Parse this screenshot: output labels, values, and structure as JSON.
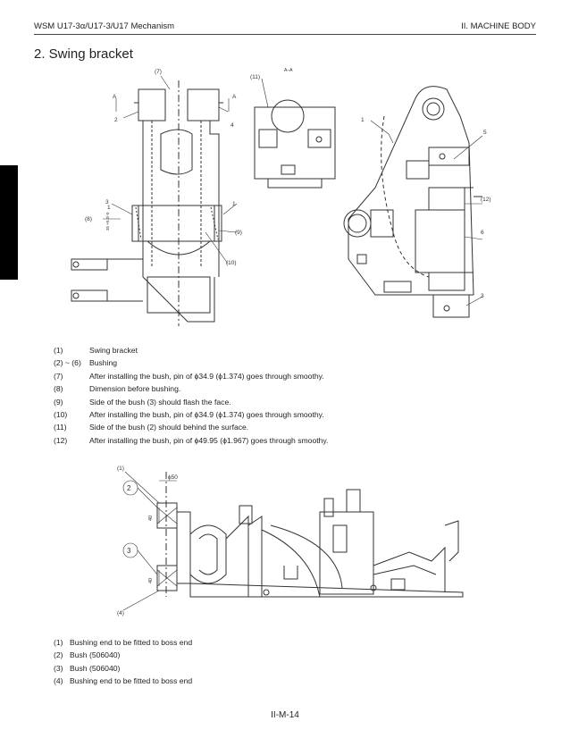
{
  "header": {
    "left": "WSM U17-3α/U17-3/U17 Mechanism",
    "right": "II. MACHINE BODY"
  },
  "section_title": "2. Swing bracket",
  "top_drawing": {
    "labels": [
      "(7)",
      "(11)",
      "A–A",
      "A",
      "A",
      "2",
      "4",
      "1",
      "5",
      "3",
      "1",
      "(8)",
      "(9)",
      "(10)",
      "(12)",
      "6",
      "3",
      "35 +0.2/-0",
      "1"
    ]
  },
  "legend_top": [
    {
      "num": "(1)",
      "text": "Swing bracket"
    },
    {
      "num": "(2) ~ (6)",
      "text": "Bushing"
    },
    {
      "num": "(7)",
      "text": "After installing the bush, pin of ϕ34.9 (ϕ1.374) goes through smoothy."
    },
    {
      "num": "(8)",
      "text": "Dimension before bushing."
    },
    {
      "num": "(9)",
      "text": "Side of the bush (3) should flash the face."
    },
    {
      "num": "(10)",
      "text": "After installing the bush, pin of ϕ34.9 (ϕ1.374) goes through smoothy."
    },
    {
      "num": "(11)",
      "text": "Side of the bush (2) should behind the surface."
    },
    {
      "num": "(12)",
      "text": "After installing the bush, pin of ϕ49.95 (ϕ1.967) goes through smoothy."
    }
  ],
  "bottom_drawing": {
    "labels": [
      "(1)",
      "2",
      "ϕ50",
      "40",
      "3",
      "40",
      "(4)"
    ]
  },
  "legend_bottom": [
    {
      "num": "(1)",
      "text": "Bushing end to be fitted to boss end"
    },
    {
      "num": "(2)",
      "text": "Bush (506040)"
    },
    {
      "num": "(3)",
      "text": "Bush (506040)"
    },
    {
      "num": "(4)",
      "text": "Bushing end to be fitted to boss end"
    }
  ],
  "footer": "II-M-14"
}
